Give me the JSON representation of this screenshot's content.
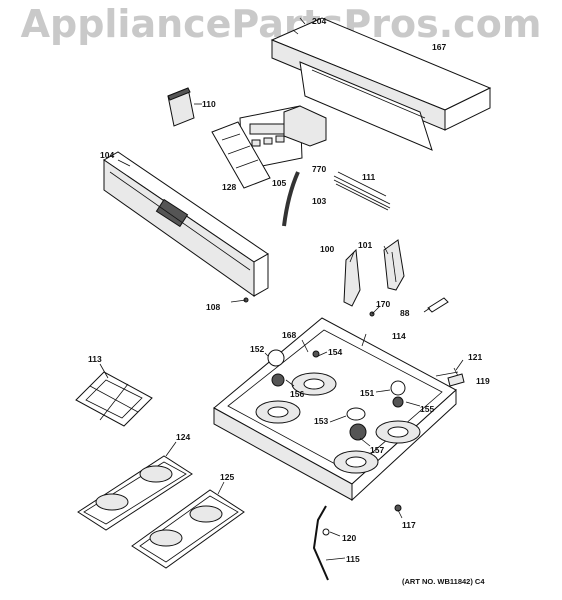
{
  "watermark": "AppliancePartsPros.com",
  "art_number": "(ART NO. WB11842) C4",
  "callouts": {
    "c204": "204",
    "c167": "167",
    "c110": "110",
    "c104": "104",
    "c128": "128",
    "c105": "105",
    "c770": "770",
    "c111": "111",
    "c103": "103",
    "c108": "108",
    "c100": "100",
    "c101": "101",
    "c170": "170",
    "c88": "88",
    "c168": "168",
    "c114": "114",
    "c152": "152",
    "c154": "154",
    "c156": "156",
    "c121": "121",
    "c119": "119",
    "c113": "113",
    "c151": "151",
    "c155": "155",
    "c153": "153",
    "c157": "157",
    "c124": "124",
    "c125": "125",
    "c117": "117",
    "c120": "120",
    "c115": "115"
  }
}
